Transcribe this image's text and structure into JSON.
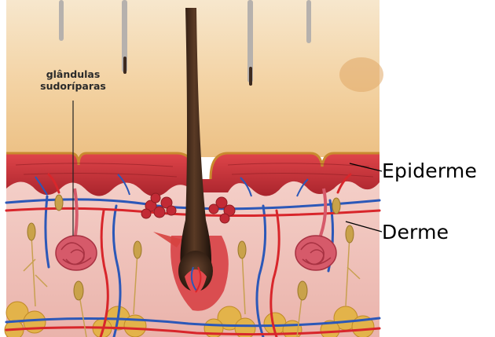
{
  "labels": {
    "glands_line1": "glândulas",
    "glands_line2": "sudoríparas",
    "epidermis": "Epiderme",
    "dermis": "Derme"
  },
  "colors": {
    "surface": "#f2cf9e",
    "epidermis": "#c9343a",
    "dermis": "#f0c3bd",
    "hair": "#3a2418",
    "artery": "#d8262b",
    "vein": "#2c58b8",
    "fat": "#e3b34a"
  },
  "icons": {
    "gland": "coiled-gland",
    "hair": "hair-follicle"
  }
}
